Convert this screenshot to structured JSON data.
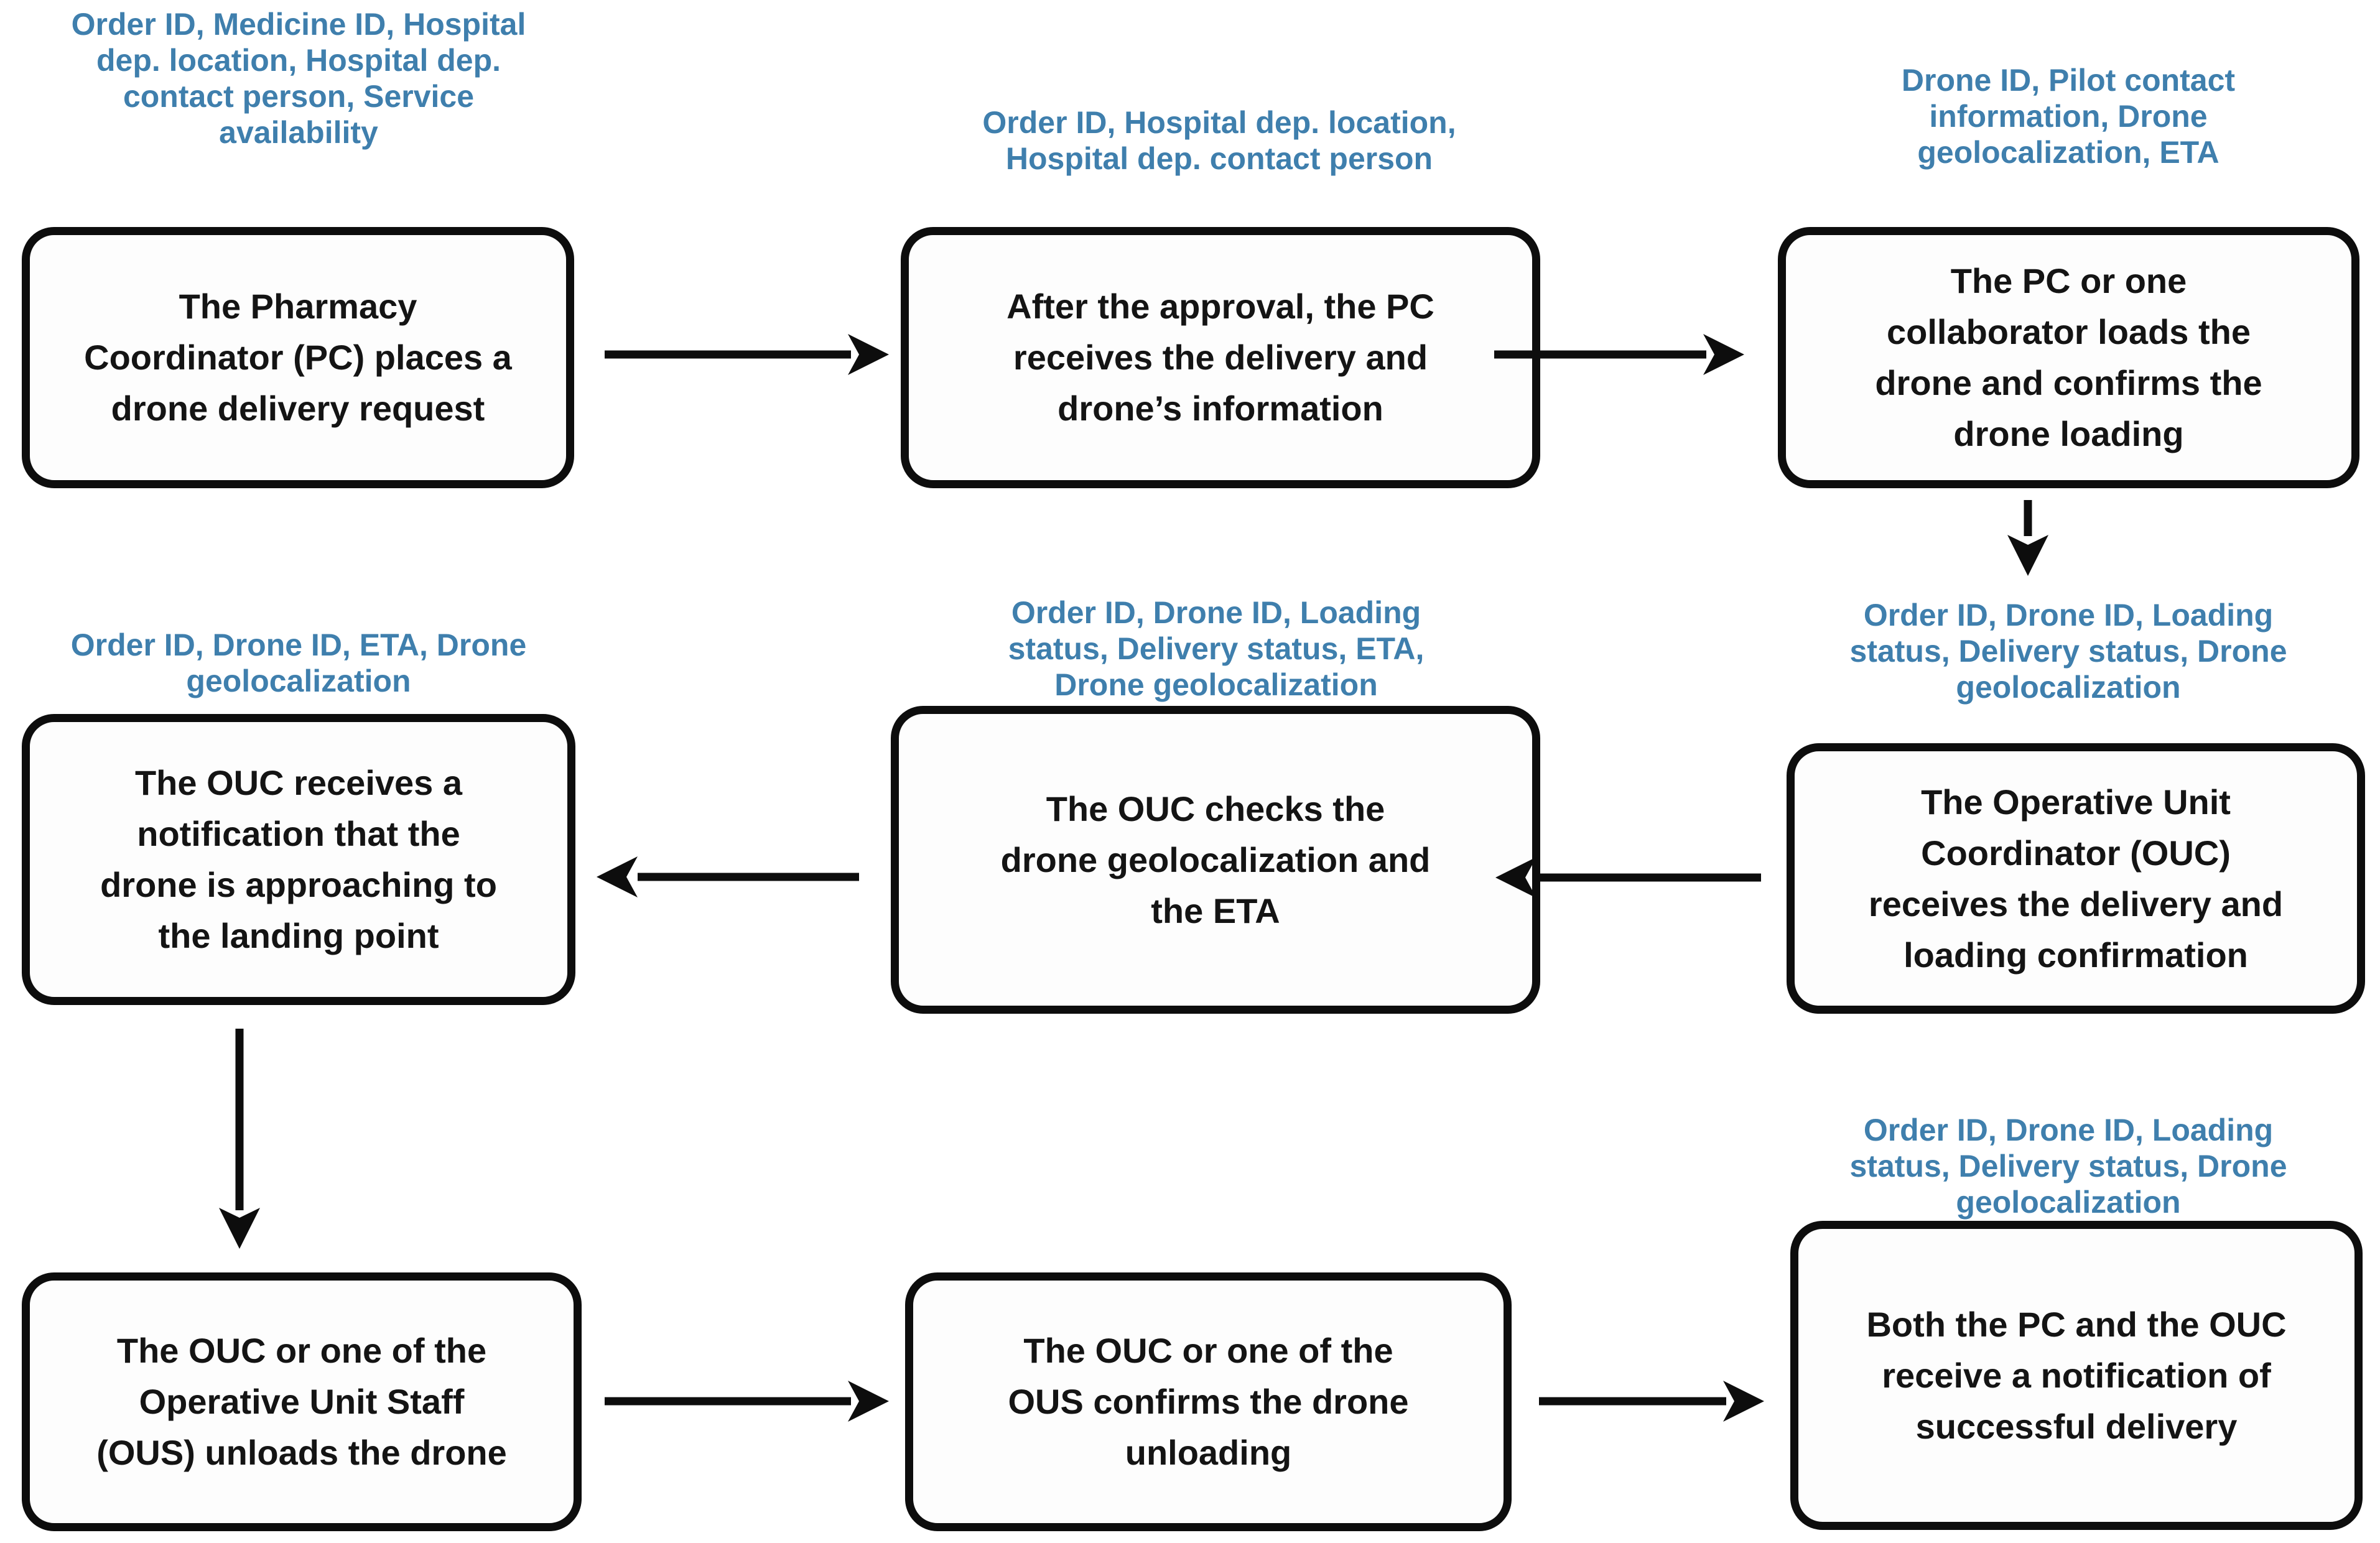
{
  "colors": {
    "label_text": "#3F7FAD",
    "box_border": "#0D0D0D",
    "box_text": "#141414",
    "background": "#FFFFFF"
  },
  "flow": {
    "steps": [
      {
        "name": "pc-places-request",
        "label_lines": [
          "Order ID, Medicine ID, Hospital",
          "dep. location, Hospital dep.",
          "contact person, Service",
          "availability"
        ],
        "text_lines": [
          "The Pharmacy",
          "Coordinator (PC) places a",
          "drone delivery request"
        ]
      },
      {
        "name": "pc-receives-info",
        "label_lines": [
          "Order ID, Hospital dep. location,",
          "Hospital dep. contact person"
        ],
        "text_lines": [
          "After the approval, the PC",
          "receives the delivery and",
          "drone’s information"
        ]
      },
      {
        "name": "pc-loads-drone",
        "label_lines": [
          "Drone ID, Pilot contact",
          "information, Drone",
          "geolocalization, ETA"
        ],
        "text_lines": [
          "The PC or one",
          "collaborator loads the",
          "drone and confirms the",
          "drone loading"
        ]
      },
      {
        "name": "ouc-receives-confirmation",
        "label_lines": [
          "Order ID, Drone ID, Loading",
          "status, Delivery status, Drone",
          "geolocalization"
        ],
        "text_lines": [
          "The Operative Unit",
          "Coordinator (OUC)",
          "receives the delivery and",
          "loading confirmation"
        ]
      },
      {
        "name": "ouc-checks-geolocalization",
        "label_lines": [
          "Order ID, Drone ID, Loading",
          "status, Delivery status, ETA,",
          "Drone geolocalization"
        ],
        "text_lines": [
          "The OUC checks the",
          "drone geolocalization and",
          "the ETA"
        ]
      },
      {
        "name": "ouc-notified-approaching",
        "label_lines": [
          "Order ID, Drone ID, ETA, Drone",
          "geolocalization"
        ],
        "text_lines": [
          "The OUC receives a",
          "notification that the",
          "drone is approaching to",
          "the landing point"
        ]
      },
      {
        "name": "ous-unloads-drone",
        "label_lines": [],
        "text_lines": [
          "The OUC or one of the",
          "Operative Unit Staff",
          "(OUS) unloads the drone"
        ]
      },
      {
        "name": "ous-confirms-unloading",
        "label_lines": [],
        "text_lines": [
          "The OUC or one of the",
          "OUS confirms the drone",
          "unloading"
        ]
      },
      {
        "name": "delivery-success-notification",
        "label_lines": [
          "Order ID, Drone ID, Loading",
          "status, Delivery status, Drone",
          "geolocalization"
        ],
        "text_lines": [
          "Both the PC and the OUC",
          "receive a notification of",
          "successful delivery"
        ]
      }
    ],
    "arrows": [
      {
        "from": 1,
        "to": 2,
        "dir": "right"
      },
      {
        "from": 2,
        "to": 3,
        "dir": "right"
      },
      {
        "from": 3,
        "to": 4,
        "dir": "down"
      },
      {
        "from": 4,
        "to": 5,
        "dir": "left"
      },
      {
        "from": 5,
        "to": 6,
        "dir": "left"
      },
      {
        "from": 6,
        "to": 7,
        "dir": "down"
      },
      {
        "from": 7,
        "to": 8,
        "dir": "right"
      },
      {
        "from": 8,
        "to": 9,
        "dir": "right"
      }
    ]
  }
}
